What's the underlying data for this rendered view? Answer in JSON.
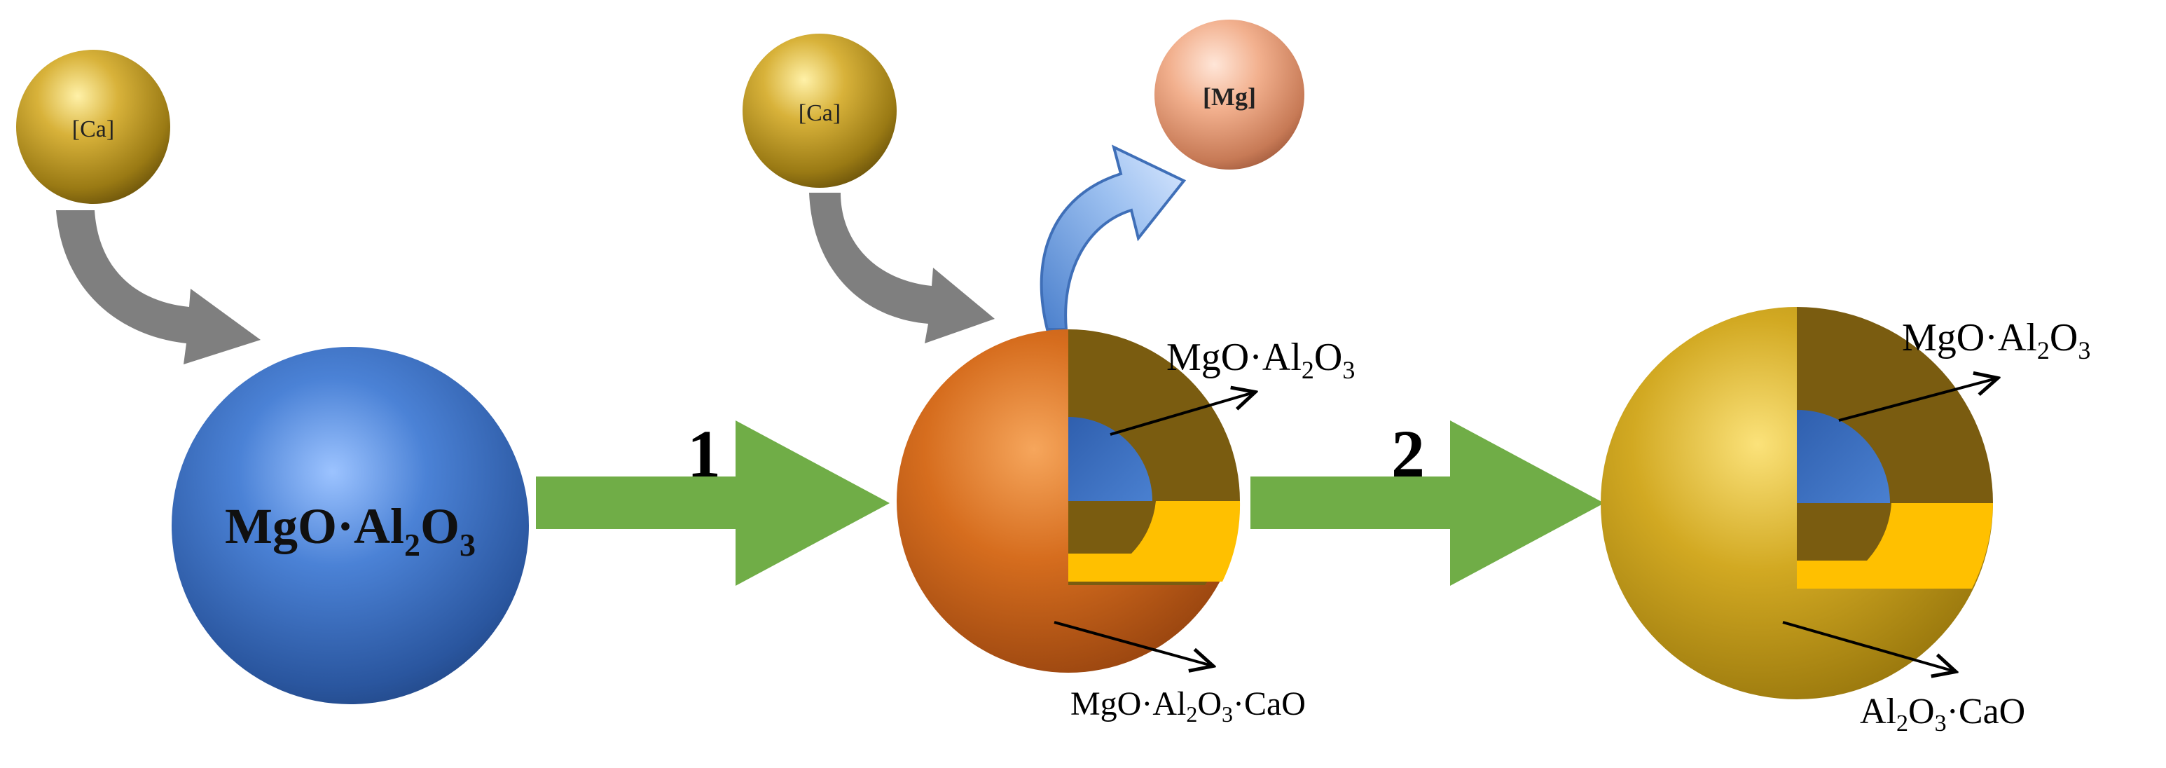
{
  "nodes": {
    "ca_left": {
      "label": "[Ca]",
      "color": "#c9a227"
    },
    "ca_mid": {
      "label": "[Ca]",
      "color": "#c9a227"
    },
    "mg": {
      "label": "[Mg]",
      "color": "#f2b59a"
    },
    "initial_particle": {
      "label_main": "MgO·Al",
      "label_sub1": "2",
      "label_mid": "O",
      "label_sub2": "3",
      "color": "#3f73c8"
    }
  },
  "steps": {
    "step1": "1",
    "step2": "2"
  },
  "labels": {
    "mid_core": {
      "main": "MgO·Al",
      "sub1": "2",
      "mid": "O",
      "sub2": "3"
    },
    "mid_shell": {
      "main": "MgO·Al",
      "sub1": "2",
      "mid": "O",
      "sub2": "3",
      "tail": "·CaO"
    },
    "right_core": {
      "main": "MgO·Al",
      "sub1": "2",
      "mid": "O",
      "sub2": "3"
    },
    "right_shell": {
      "main": "Al",
      "sub1": "2",
      "mid": "O",
      "sub2": "3",
      "tail": "·CaO"
    }
  },
  "colors": {
    "process_arrow": "#70ad47",
    "ca_arrow": "#808080",
    "mg_arrow": "#5b8fd6",
    "mid_shell": "#c8621a",
    "right_shell": "#c9a21a",
    "shell_cut": "#7a5c10",
    "ring": "#ffc000",
    "core": "#3a6fc4"
  }
}
